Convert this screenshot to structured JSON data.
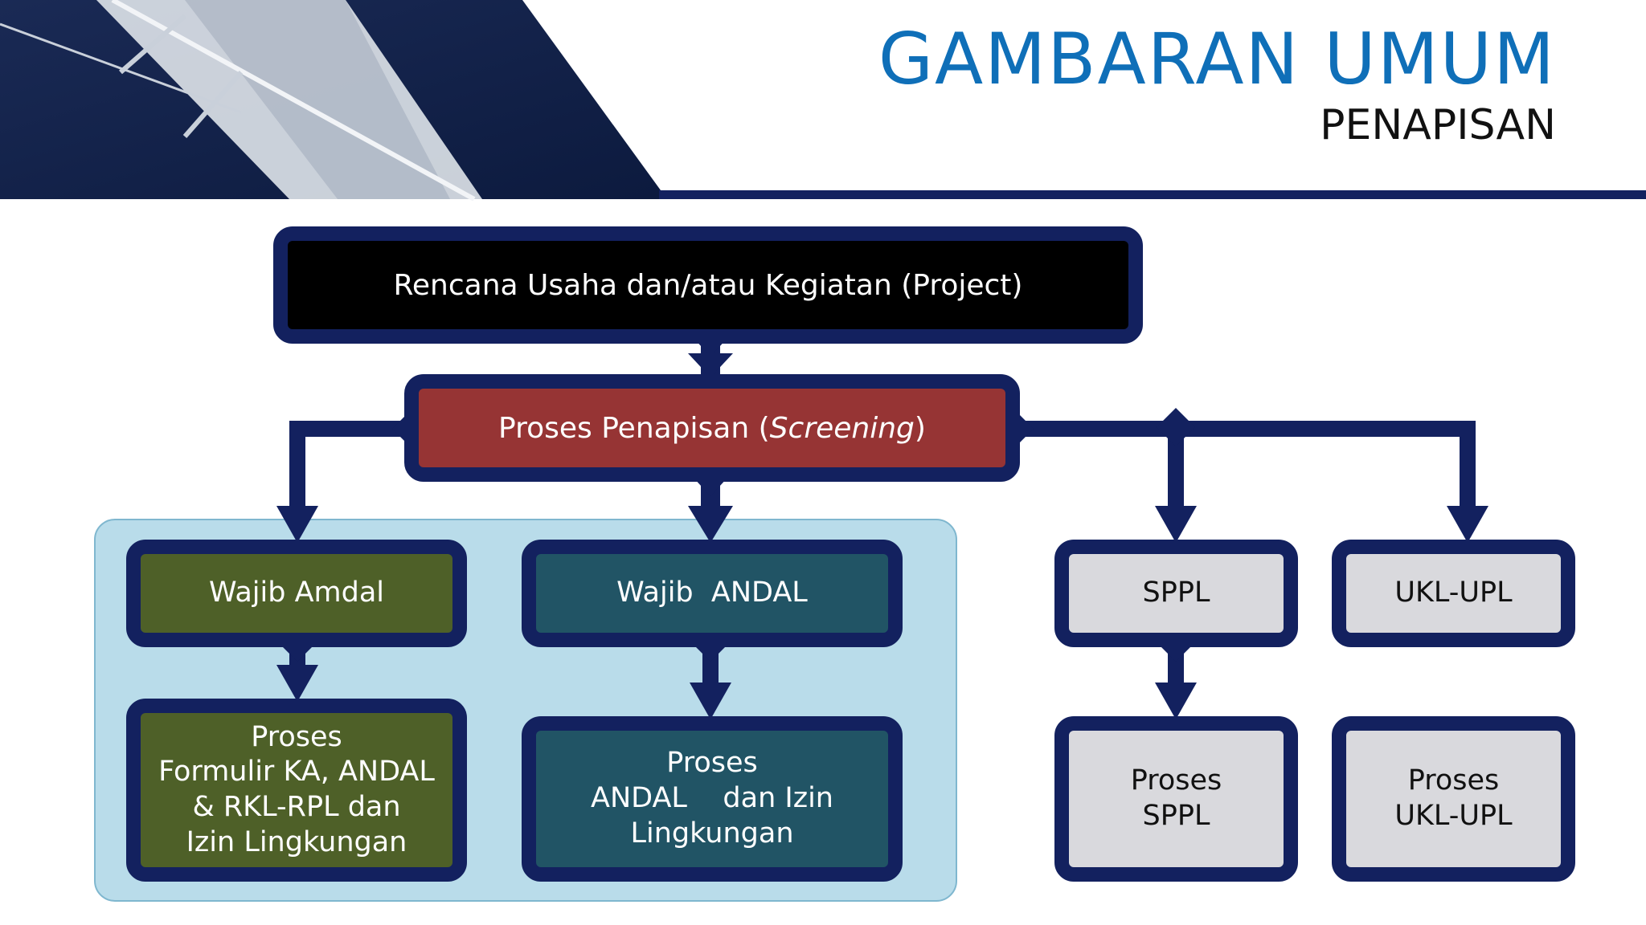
{
  "header": {
    "title": "GAMBARAN UMUM",
    "subtitle": "PENAPISAN"
  },
  "colors": {
    "title_blue": "#0f6fb8",
    "navy": "#13215f",
    "project_fill": "#000000",
    "screening_fill": "#963434",
    "amdal_fill": "#4e6028",
    "andal_fill": "#215465",
    "grey_fill": "#d9d9dd",
    "group_fill": "#b9dcea"
  },
  "diagram": {
    "project": "Rencana Usaha dan/atau Kegiatan (Project)",
    "screening": {
      "prefix": "Proses Penapisan (",
      "italic": "Screening",
      "suffix": ")"
    },
    "wajib_amdal": "Wajib Amdal",
    "wajib_andal": "Wajib  ANDAL",
    "sppl": "SPPL",
    "ukl_upl": "UKL-UPL",
    "proses_amdal": [
      "Proses",
      "Formulir KA, ANDAL",
      "& RKL-RPL dan",
      "Izin Lingkungan"
    ],
    "proses_andal": [
      "Proses",
      "ANDAL    dan Izin",
      "Lingkungan"
    ],
    "proses_sppl": [
      "Proses",
      "SPPL"
    ],
    "proses_ukl": [
      "Proses",
      "UKL-UPL"
    ]
  }
}
